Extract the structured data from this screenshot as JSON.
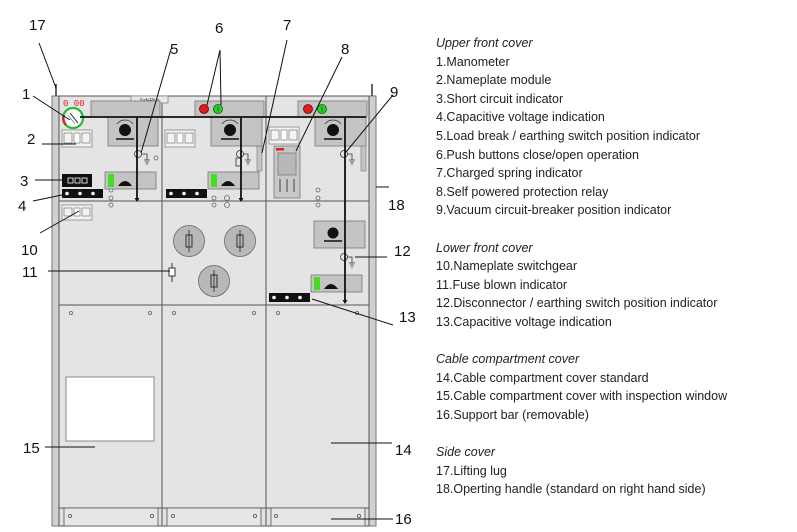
{
  "diagram": {
    "brand_label": "SafePlus",
    "callouts": [
      "1",
      "2",
      "3",
      "4",
      "5",
      "6",
      "7",
      "8",
      "9",
      "10",
      "11",
      "12",
      "13",
      "14",
      "15",
      "16",
      "17",
      "18"
    ],
    "colors": {
      "panel": "#e4e4e4",
      "frame": "#555555",
      "button_close": "#e21b1b",
      "button_open": "#2ecc2e",
      "indicator_green": "#44dd22",
      "manometer_red": "#e02020",
      "manometer_green": "#22bb33"
    }
  },
  "legend": {
    "sections": [
      {
        "title": "Upper front cover",
        "items": [
          "1.Manometer",
          "2.Nameplate module",
          "3.Short circuit indicator",
          "4.Capacitive voltage indication",
          "5.Load break / earthing switch position indicator",
          "6.Push buttons close/open operation",
          "7.Charged spring indicator",
          "8.Self powered protection relay",
          "9.Vacuum circuit-breaker position indicator"
        ]
      },
      {
        "title": "Lower front cover",
        "items": [
          "10.Nameplate switchgear",
          "11.Fuse blown indicator",
          "12.Disconnector / earthing switch position indicator",
          "13.Capacitive voltage indication"
        ]
      },
      {
        "title": "Cable compartment cover",
        "items": [
          "14.Cable compartment cover standard",
          "15.Cable compartment cover with inspection window",
          "16.Support bar (removable)"
        ]
      },
      {
        "title": "Side cover",
        "items": [
          "17.Lifting lug",
          "18.Operting handle (standard on right hand side)"
        ]
      }
    ]
  }
}
